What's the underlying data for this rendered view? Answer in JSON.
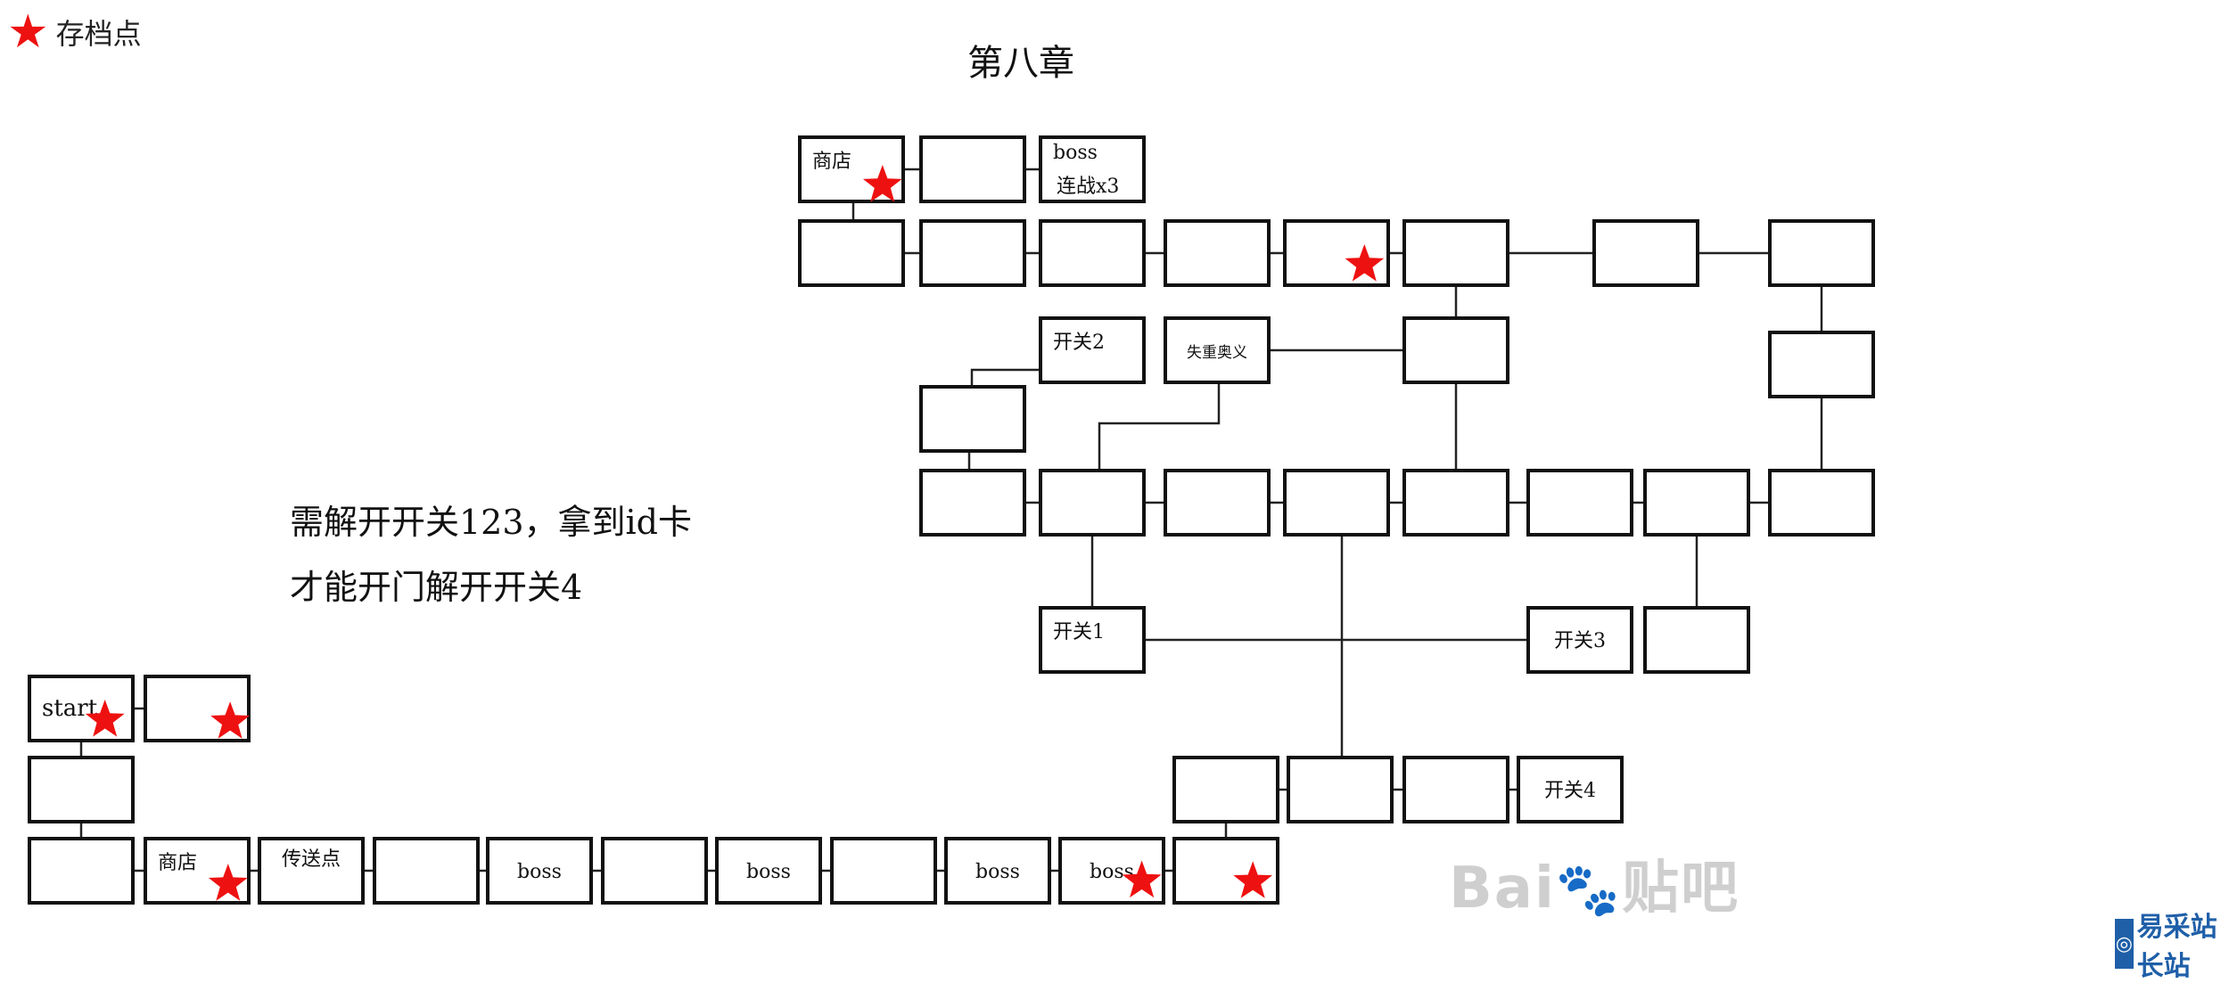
{
  "legend": {
    "label": "存档点"
  },
  "title": "第八章",
  "note": {
    "line1": "需解开开关123，拿到id卡",
    "line2": "才能开门解开开关4"
  },
  "rooms": [
    {
      "id": "shop_top",
      "label": "商店",
      "save": true
    },
    {
      "id": "t2",
      "label": "",
      "save": false
    },
    {
      "id": "boss_x3",
      "label": "boss",
      "label2": "连战x3",
      "save": false
    },
    {
      "id": "r1a",
      "label": "",
      "save": false
    },
    {
      "id": "r1b",
      "label": "",
      "save": false
    },
    {
      "id": "r1c",
      "label": "",
      "save": false
    },
    {
      "id": "r1d",
      "label": "",
      "save": false
    },
    {
      "id": "r1e",
      "label": "",
      "save": true
    },
    {
      "id": "r1f",
      "label": "",
      "save": false
    },
    {
      "id": "r1g",
      "label": "",
      "save": false
    },
    {
      "id": "r1h",
      "label": "",
      "save": false
    },
    {
      "id": "sw2",
      "label": "开关2",
      "save": false
    },
    {
      "id": "shizhong",
      "label": "失重奥义",
      "save": false
    },
    {
      "id": "mid_right",
      "label": "",
      "save": false
    },
    {
      "id": "right_col",
      "label": "",
      "save": false
    },
    {
      "id": "left_small",
      "label": "",
      "save": false
    },
    {
      "id": "r3a",
      "label": "",
      "save": false
    },
    {
      "id": "r3b",
      "label": "",
      "save": false
    },
    {
      "id": "r3c",
      "label": "",
      "save": false
    },
    {
      "id": "r3d",
      "label": "",
      "save": false
    },
    {
      "id": "r3e",
      "label": "",
      "save": false
    },
    {
      "id": "r3f",
      "label": "",
      "save": false
    },
    {
      "id": "r3g",
      "label": "",
      "save": false
    },
    {
      "id": "r3h",
      "label": "",
      "save": false
    },
    {
      "id": "sw1",
      "label": "开关1",
      "save": false
    },
    {
      "id": "sw3",
      "label": "开关3",
      "save": false
    },
    {
      "id": "sw3_right",
      "label": "",
      "save": false
    },
    {
      "id": "start",
      "label": "start",
      "save": true
    },
    {
      "id": "start_right",
      "label": "",
      "save": true
    },
    {
      "id": "under_start",
      "label": "",
      "save": false
    },
    {
      "id": "b0",
      "label": "",
      "save": false
    },
    {
      "id": "b_shop",
      "label": "商店",
      "save": true
    },
    {
      "id": "b_teleport",
      "label": "传送点",
      "save": false
    },
    {
      "id": "b3",
      "label": "",
      "save": false
    },
    {
      "id": "b_boss1",
      "label": "boss",
      "save": false
    },
    {
      "id": "b5",
      "label": "",
      "save": false
    },
    {
      "id": "b_boss2",
      "label": "boss",
      "save": false
    },
    {
      "id": "b7",
      "label": "",
      "save": false
    },
    {
      "id": "b_boss3",
      "label": "boss",
      "save": false
    },
    {
      "id": "b_boss4",
      "label": "boss",
      "save": true
    },
    {
      "id": "b_end",
      "label": "",
      "save": true
    },
    {
      "id": "r4a",
      "label": "",
      "save": false
    },
    {
      "id": "r4b",
      "label": "",
      "save": false
    },
    {
      "id": "r4c",
      "label": "",
      "save": false
    },
    {
      "id": "sw4",
      "label": "开关4",
      "save": false
    }
  ],
  "watermark": {
    "baidu": "Bai",
    "tieba": "贴吧",
    "site": "易采站长站"
  },
  "colors": {
    "star": "#ee1111",
    "line": "#111111"
  }
}
